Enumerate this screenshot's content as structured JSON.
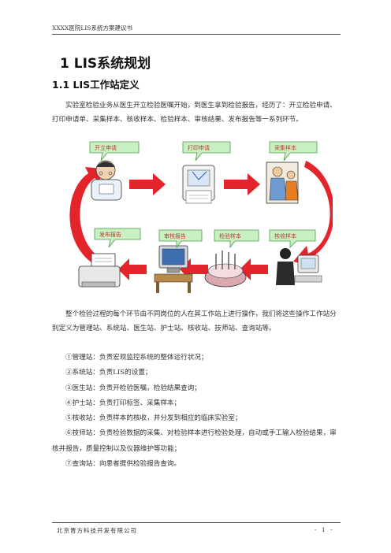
{
  "header": {
    "title": "XXXX医院LIS系统方案建议书"
  },
  "footer": {
    "company": "北京晋方科技开发有限公司",
    "page": "- 1 -"
  },
  "heading1": "1 LIS系统规划",
  "heading2": "1.1 LIS工作站定义",
  "intro": "实验室检验业务从医生开立检验医嘱开始，到医生拿到检验报告，经历了：开立检验申请、打印申请单、采集样本、核收样本、检验样本、审核结果、发布报告等一系列环节。",
  "workflow": {
    "top_steps": [
      "开立申请",
      "打印申请",
      "采集样本"
    ],
    "bottom_steps": [
      "发布报告",
      "审核报告",
      "检验样本",
      "核收样本"
    ],
    "icons": [
      "doctor-icon",
      "printer-icon",
      "nurse-icon",
      "fax-icon",
      "computer-icon",
      "sample-tray-icon",
      "receptionist-icon"
    ],
    "colors": {
      "arrow": "#e3242b",
      "bubble": "#c8f0c2",
      "bubble_border": "#4a9a4a",
      "bubble_text": "#c0392b"
    }
  },
  "para2": "整个检验过程的每个环节由不同岗位的人在其工作站上进行操作，我们将这些操作工作站分别定义为管理站、系统站、医生站、护士站、核收站、技师站、查询站等。",
  "stations": [
    "①管理站：负责宏观监控系统的整体运行状况；",
    "②系统站：负责LIS的设置；",
    "③医生站：负责开检验医嘱，检验结果查询；",
    "④护士站：负责打印标签、采集样本；",
    "⑤核收站：负责样本的核收，并分发到相应的临床实验室；",
    "⑥技师站：负责检验数据的采集、对检验样本进行检验处理，自动或手工输入检验结果，审核并报告，质量控制以及仪器维护等功能；",
    "⑦查询站：向患者提供检验报告查询。"
  ]
}
